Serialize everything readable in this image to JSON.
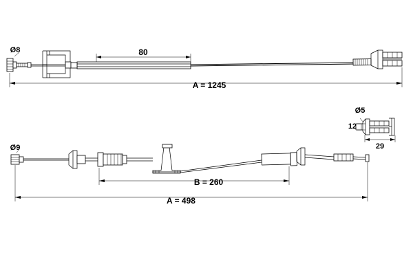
{
  "drawing": {
    "title": "handbrake-cable-technical-drawing",
    "background_color": "#ffffff",
    "line_color": "#000000"
  },
  "top_assembly": {
    "name": "upper-cable-assembly",
    "diameter_label": "Ø8",
    "segment_label": "80",
    "overall_label": "A = 1245"
  },
  "bottom_assembly": {
    "name": "lower-cable-assembly",
    "diameter_label": "Ø9",
    "segment_label": "B = 260",
    "overall_label": "A = 498"
  },
  "detail": {
    "name": "bracket-detail",
    "diameter_label": "Ø5",
    "height_label": "12",
    "width_label": "29"
  }
}
